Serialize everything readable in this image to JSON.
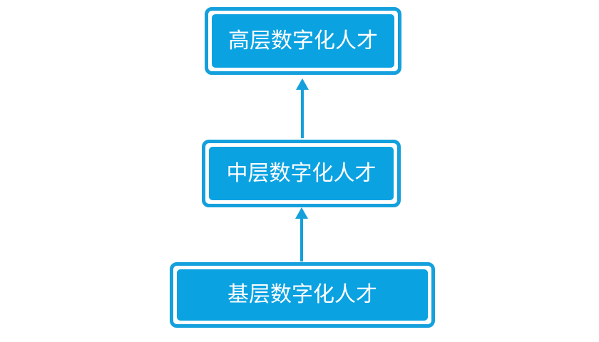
{
  "colors": {
    "accent": "#14a0dc",
    "fill": "#0ba2e2",
    "node-text": "#ffffff",
    "background": "#ffffff"
  },
  "diagram": {
    "type": "vertical-hierarchy",
    "nodes": [
      {
        "level": "top",
        "label": "高层数字化人才"
      },
      {
        "level": "middle",
        "label": "中层数字化人才"
      },
      {
        "level": "bottom",
        "label": "基层数字化人才"
      }
    ],
    "connectors": [
      {
        "from": "中层数字化人才",
        "to": "高层数字化人才",
        "direction": "up"
      },
      {
        "from": "基层数字化人才",
        "to": "中层数字化人才",
        "direction": "up"
      }
    ]
  }
}
